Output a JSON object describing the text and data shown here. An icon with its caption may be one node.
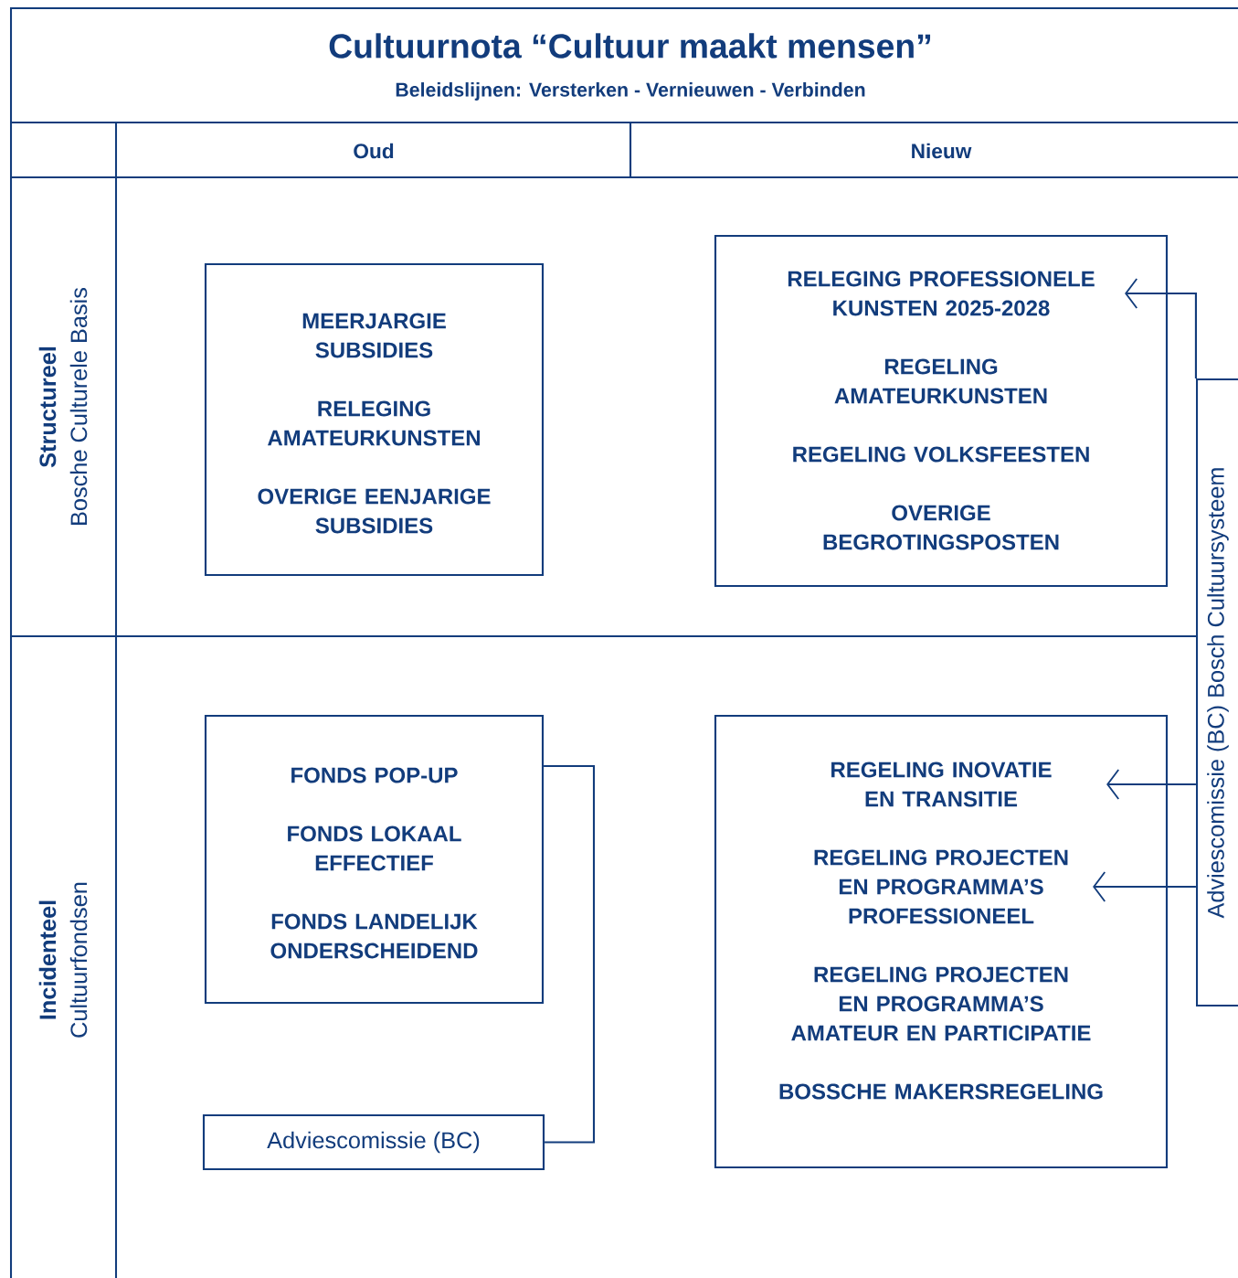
{
  "diagram": {
    "title": "Cultuurnota “Cultuur maakt mensen”",
    "nodes": [
      {
        "text": [],
        "shape": "box"
      },
      {
        "text": [
          "MEERJARGIE SUBSIDIES"
        ],
        "in": 0
      },
      {
        "text": [
          "RELEGING AMATEURKUNSTEN"
        ],
        "in": 0
      },
      {
        "text": [
          "OVERIGE EENJARIGE SUBSIDIES"
        ],
        "in": 0
      },
      {
        "text": [],
        "shape": "box"
      },
      {
        "text": [
          "RELEGING PROFESSIONELE KUNSTEN 2025-2028"
        ],
        "in": 4
      },
      {
        "text": [
          "REGELING AMATEURKUNSTEN"
        ],
        "in": 4
      },
      {
        "text": [
          "REGELING VOLKSFEESTEN"
        ],
        "in": 4
      },
      {
        "text": [
          "OVERIGE BEGROTINGSPOSTEN"
        ],
        "in": 4
      },
      {
        "text": [
          "Adviescomissie (BC) Bosch Cultuursysteem"
        ]
      },
      {
        "text": [],
        "shape": "box"
      },
      {
        "text": [
          "FONDS POP-UP"
        ],
        "in": 10
      },
      {
        "text": [
          "FONDS LOKAAL EFFECTIEF"
        ],
        "in": 10
      },
      {
        "text": [
          "FONDS LANDELIJK ONDERSCHEIDEND"
        ],
        "in": 10
      },
      {
        "text": [
          "Adviescomissie (BC)"
        ]
      },
      {
        "text": [],
        "shape": "box"
      },
      {
        "text": [
          "REGELING INOVATIE EN TRANSITIE"
        ],
        "in": 15
      },
      {
        "text": [
          "REGELING PROJECTEN EN PROGRAMMA’S PROFESSIONEEL"
        ],
        "in": 15
      },
      {
        "text": [
          "REGELING PROJECTEN EN PROGRAMMA’S AMATEUR EN PARTICIPATIE"
        ],
        "in": 15
      },
      {
        "text": [
          "BOSSCHE MAKERSREGELING"
        ],
        "in": 15
      }
    ],
    "edges": [
      {
        "from": 9,
        "to": 5,
        "arrow": "to"
      },
      {
        "from": 9,
        "to": 16,
        "arrow": "to"
      },
      {
        "from": 9,
        "to": 17,
        "arrow": "to"
      },
      {
        "from": 14,
        "to": 10,
        "arrow": "none"
      }
    ],
    "labels": [
      "Beleidslijnen: Versterken - Vernieuwen - Verbinden",
      "Oud",
      "Nieuw",
      "Structureel",
      "Bosche Culturele Basis",
      "Incidenteel",
      "Cultuurfondsen"
    ]
  }
}
